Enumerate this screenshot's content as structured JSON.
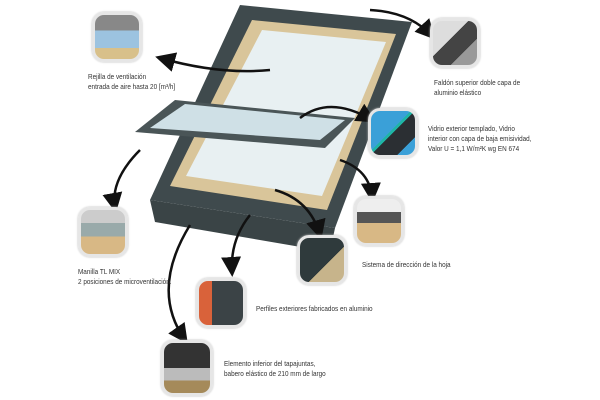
{
  "callouts": [
    {
      "id": "ventilation",
      "lines": [
        "Rejilla de ventilación",
        "entrada de aire hasta 20 [m³/h]"
      ]
    },
    {
      "id": "top-flashing",
      "lines": [
        "Faldón superior doble capa de",
        "aluminio elástico"
      ]
    },
    {
      "id": "glazing",
      "lines": [
        "Vidrio exterior templado, Vidrio",
        "interior con capa de baja emisividad,",
        "Valor U = 1,1 W/m²K wg EN 674"
      ]
    },
    {
      "id": "handle",
      "lines": [
        "Manilla TL MIX",
        "2 posiciones de microventilación."
      ]
    },
    {
      "id": "sash-guide",
      "lines": [
        "Sistema de dirección de la hoja"
      ]
    },
    {
      "id": "profiles",
      "lines": [
        "Perfiles exteriores fabricados en aluminio"
      ]
    },
    {
      "id": "bottom-flashing",
      "lines": [
        "Elemento inferior del tapajuntas,",
        "babero  elástico de 210 mm de largo"
      ]
    }
  ]
}
